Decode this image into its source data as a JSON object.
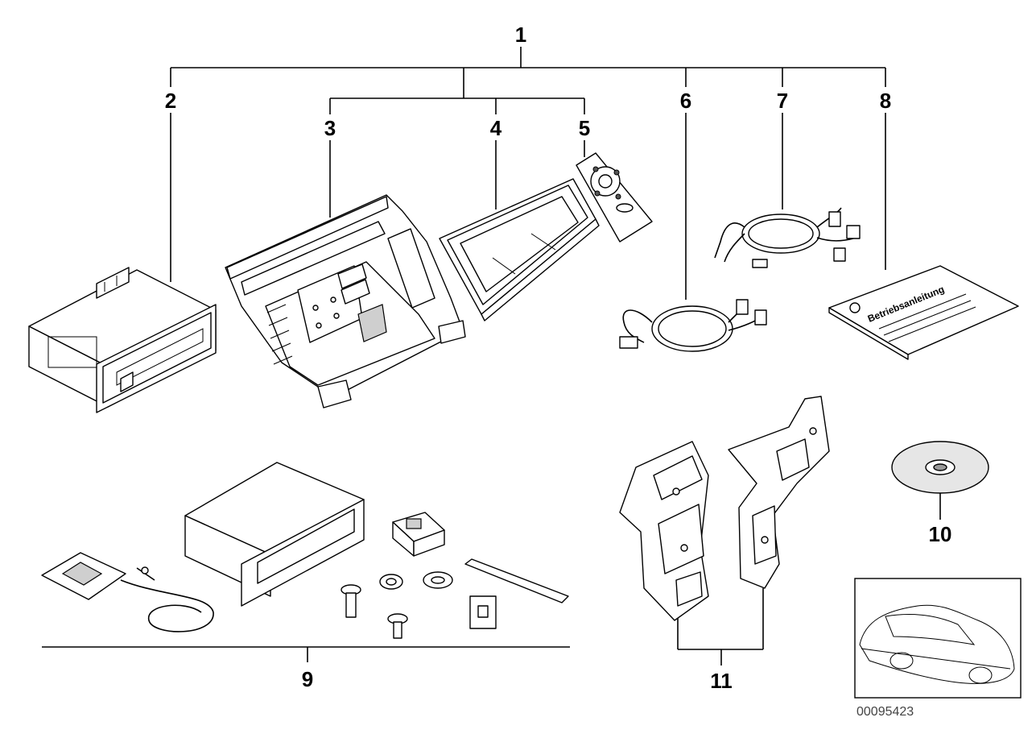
{
  "labels": {
    "p1": "1",
    "p2": "2",
    "p3": "3",
    "p4": "4",
    "p5": "5",
    "p6": "6",
    "p7": "7",
    "p8": "8",
    "p9": "9",
    "p10": "10",
    "p11": "11"
  },
  "manual_cover_text": "Betriebsanleitung",
  "reference_code": "00095423"
}
